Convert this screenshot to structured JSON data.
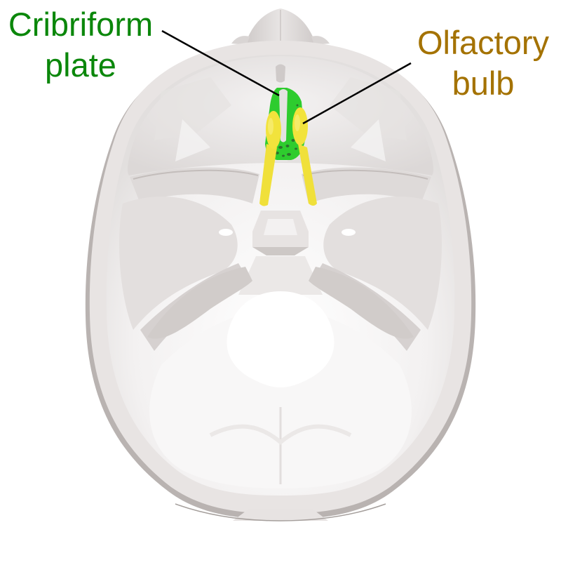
{
  "figure": {
    "subject": "Base of skull, superior view (cranial cavity)",
    "background": "#ffffff"
  },
  "labels": {
    "cribriform": {
      "line1": "Cribriform",
      "line2": "plate",
      "color": "#0b870b"
    },
    "olfactory": {
      "line1": "Olfactory",
      "line2": "bulb",
      "color": "#a47200"
    }
  },
  "colors": {
    "bone": "#ece9e8",
    "bone_shadow": "#c9c4c2",
    "bone_rim": "#e4dfdd",
    "cribriform_highlight": "#2ecc2e",
    "olfactory_highlight": "#f2e23a",
    "leader_line": "#000000"
  }
}
